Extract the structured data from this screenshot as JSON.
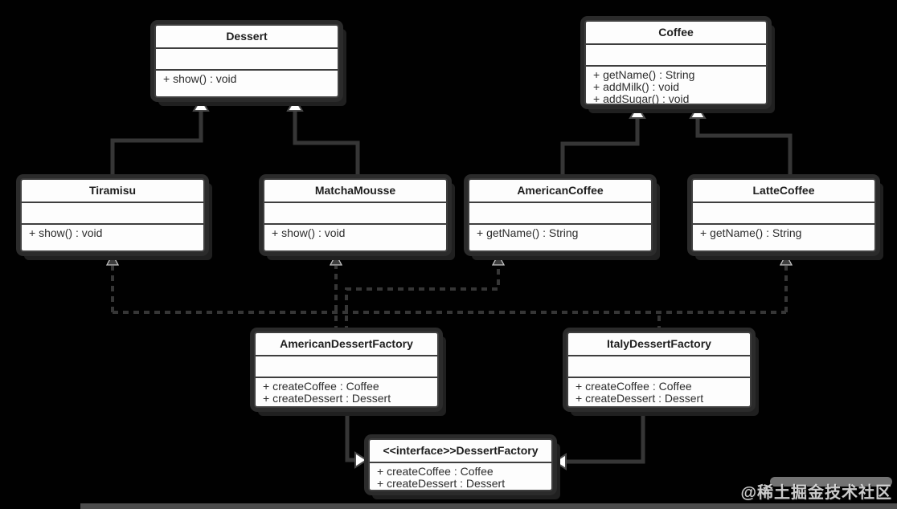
{
  "canvas": {
    "background": "#010101",
    "box_fill": "#fdfdfd",
    "box_border": "#3e3e3e",
    "line_color": "#363636",
    "arrow_fill": "#ffffff"
  },
  "classes": [
    {
      "name": "Dessert",
      "methods": [
        "+ show() : void"
      ]
    },
    {
      "name": "Coffee",
      "methods": [
        "+ getName() : String",
        "+ addMilk() : void",
        "+ addSugar() : void"
      ]
    },
    {
      "name": "Tiramisu",
      "methods": [
        "+ show() : void"
      ]
    },
    {
      "name": "MatchaMousse",
      "methods": [
        "+ show() : void"
      ]
    },
    {
      "name": "AmericanCoffee",
      "methods": [
        "+ getName() : String"
      ]
    },
    {
      "name": "LatteCoffee",
      "methods": [
        "+ getName() : String"
      ]
    },
    {
      "name": "AmericanDessertFactory",
      "methods": [
        "+ createCoffee : Coffee",
        "+ createDessert : Dessert"
      ]
    },
    {
      "name": "ItalyDessertFactory",
      "methods": [
        "+ createCoffee : Coffee",
        "+ createDessert : Dessert"
      ]
    },
    {
      "name": "<<interface>>DessertFactory",
      "methods": [
        "+ createCoffee : Coffee",
        "+ createDessert : Dessert"
      ]
    }
  ],
  "relations": [
    {
      "from": "Tiramisu",
      "to": "Dessert",
      "type": "generalization"
    },
    {
      "from": "MatchaMousse",
      "to": "Dessert",
      "type": "generalization"
    },
    {
      "from": "AmericanCoffee",
      "to": "Coffee",
      "type": "generalization"
    },
    {
      "from": "LatteCoffee",
      "to": "Coffee",
      "type": "generalization"
    },
    {
      "from": "AmericanDessertFactory",
      "to": "MatchaMousse",
      "type": "dependency"
    },
    {
      "from": "AmericanDessertFactory",
      "to": "AmericanCoffee",
      "type": "dependency"
    },
    {
      "from": "ItalyDessertFactory",
      "to": "Tiramisu",
      "type": "dependency"
    },
    {
      "from": "ItalyDessertFactory",
      "to": "LatteCoffee",
      "type": "dependency"
    },
    {
      "from": "AmericanDessertFactory",
      "to": "DessertFactory",
      "type": "realization"
    },
    {
      "from": "ItalyDessertFactory",
      "to": "DessertFactory",
      "type": "realization"
    }
  ],
  "watermark": {
    "text": "@稀土掘金技术社区"
  }
}
